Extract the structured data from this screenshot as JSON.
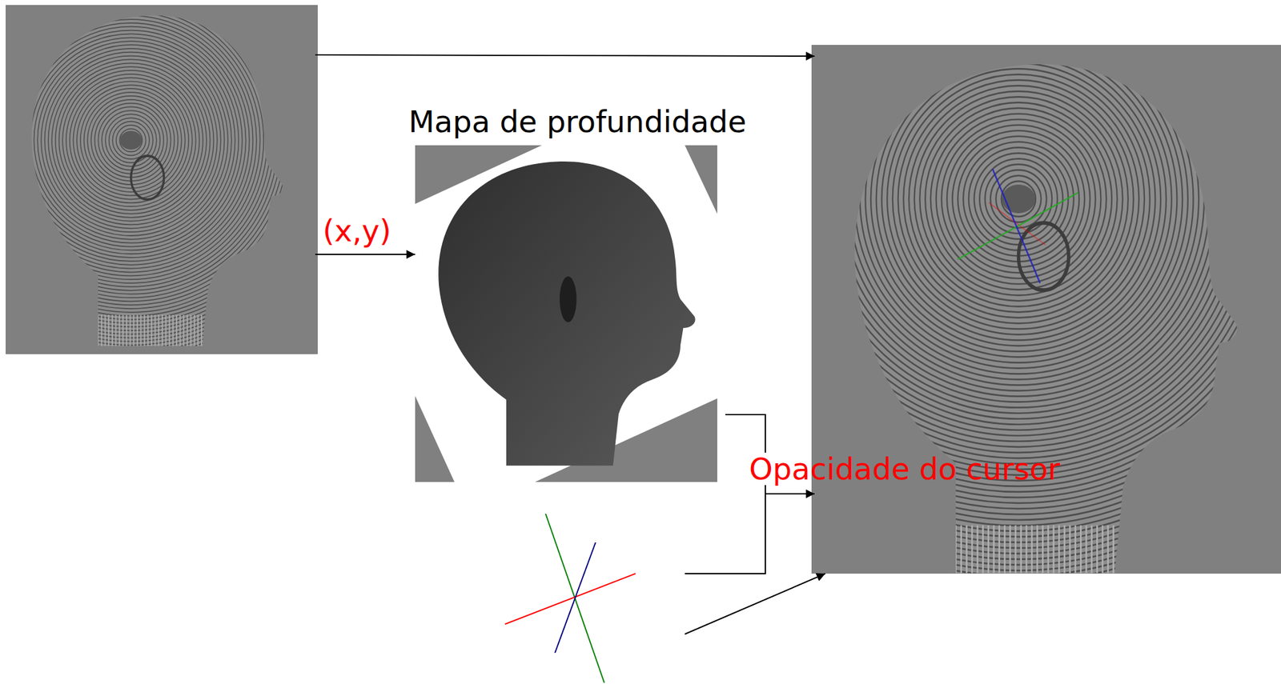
{
  "diagram": {
    "nodes": [
      {
        "text": [
          "Mapa de profundidade"
        ]
      }
    ],
    "labels": [
      "(x,y)",
      "Opacidade do cursor"
    ]
  }
}
